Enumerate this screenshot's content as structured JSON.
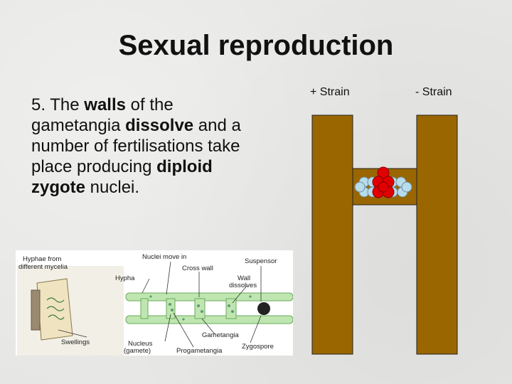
{
  "slide": {
    "title": "Sexual reproduction",
    "text": [
      {
        "t": "5. The ",
        "b": false
      },
      {
        "t": "walls",
        "b": true
      },
      {
        "t": " of the gametangia ",
        "b": false
      },
      {
        "t": "dissolve",
        "b": true
      },
      {
        "t": " and a number of fertilisations take place producing ",
        "b": false
      },
      {
        "t": "diploid zygote",
        "b": true
      },
      {
        "t": " nuclei.",
        "b": false
      }
    ]
  },
  "strains": {
    "plus_label": "+ Strain",
    "minus_label": "- Strain",
    "hypha_color": "#996600",
    "nucleus_plus_color": "#b7dcec",
    "zygote_color": "#e00000"
  },
  "micrograph": {
    "labels": {
      "hyphae": "Hyphae from different mycelia",
      "nuclei_move": "Nuclei move in",
      "suspensor": "Suspensor",
      "cross_wall": "Cross wall",
      "hypha": "Hypha",
      "wall_dissolves": "Wall dissolves",
      "swellings": "Swellings",
      "gametangia": "Gametangia",
      "nucleus": "Nucleus (gamete)",
      "progametangia": "Progametangia",
      "zygospore": "Zygospore"
    }
  }
}
